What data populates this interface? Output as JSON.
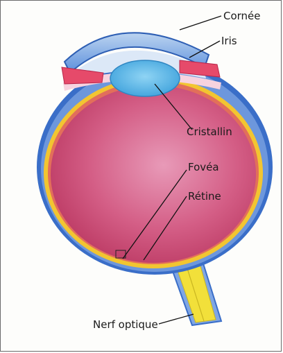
{
  "diagram": {
    "labels": {
      "cornea": "Cornée",
      "iris": "Iris",
      "lens": "Cristallin",
      "fovea": "Fovéa",
      "retina": "Rétine",
      "optic_nerve": "Nerf optique"
    },
    "colors": {
      "background": "#fdfdfb",
      "sclera": "#3a6ec8",
      "cornea": "#4f83d6",
      "iris": "#e64a6a",
      "lens": "#5fb8e8",
      "retina": "#f2c531",
      "vitreous": "#cf4a73",
      "nerve": "#f2e03a"
    }
  }
}
